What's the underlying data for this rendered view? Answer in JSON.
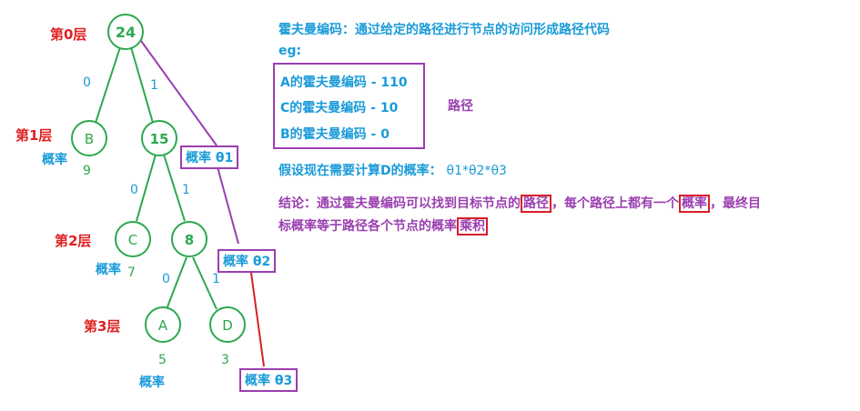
{
  "tree": {
    "levels": [
      "第0层",
      "第1层",
      "第2层",
      "第3层"
    ],
    "nodes": [
      {
        "id": "root",
        "label": "24"
      },
      {
        "id": "b",
        "label": "B"
      },
      {
        "id": "n15",
        "label": "15"
      },
      {
        "id": "c",
        "label": "C"
      },
      {
        "id": "n8",
        "label": "8"
      },
      {
        "id": "a",
        "label": "A"
      },
      {
        "id": "d",
        "label": "D"
      }
    ],
    "edge_labels": [
      "0",
      "1",
      "0",
      "1",
      "0",
      "1"
    ],
    "leaf_weights": [
      "9",
      "7",
      "5",
      "3"
    ],
    "prob_word": "概率",
    "prob_boxes": [
      "概率 θ1",
      "概率 θ2",
      "概率 θ3"
    ],
    "colors": {
      "node": "#2ca84e",
      "path": "#9a3fb0",
      "last_path": "#d81f26",
      "level": "#e02020",
      "text": "#1a9bd8"
    }
  },
  "notes": {
    "heading": "霍夫曼编码：通过给定的路径进行节点的访问形成路径代码",
    "eg": "eg:",
    "encodings": [
      "A的霍夫曼编码 - 110",
      "C的霍夫曼编码 - 10",
      "B的霍夫曼编码 - 0"
    ],
    "path_label": "路径",
    "assume": "假设现在需要计算D的概率：",
    "formula": "θ1*θ2*θ3",
    "conclusion": {
      "part1": "结论：通过霍夫曼编码可以找到目标节点的",
      "hl1": "路径",
      "part2": "，每个路径上都有一个",
      "hl2": "概率",
      "part3": "，最终目",
      "part4": "标概率等于路径各个节点的概率",
      "hl3": "乘积"
    }
  }
}
